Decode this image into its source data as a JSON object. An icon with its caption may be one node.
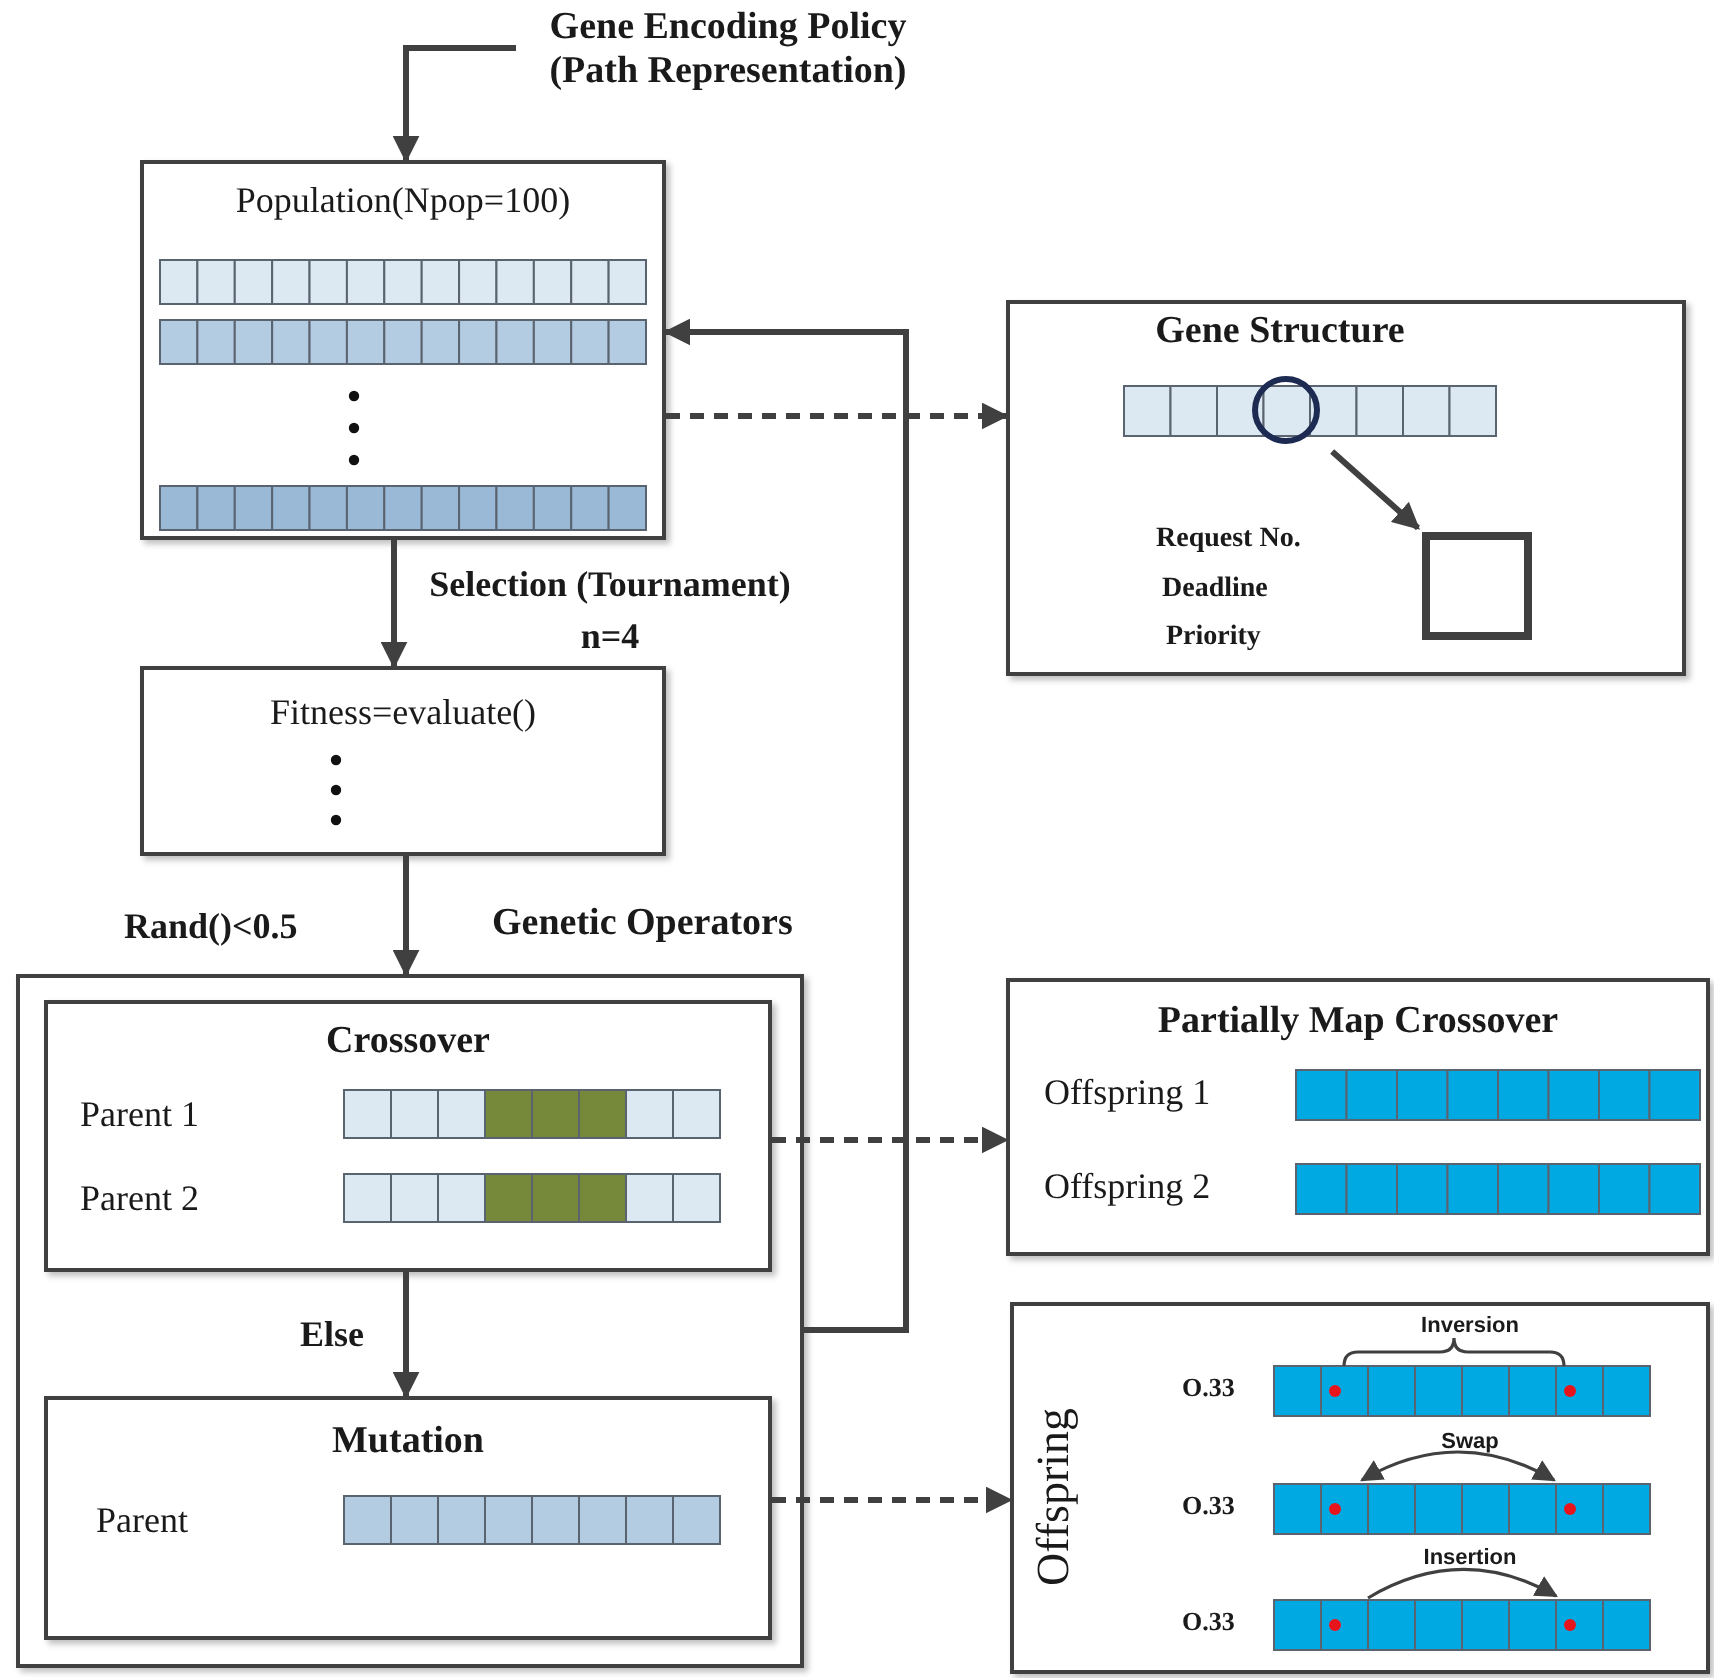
{
  "diagram": {
    "nodes": [
      {
        "text": [
          "Gene Encoding Policy (Path Representation)"
        ]
      },
      {
        "text": [
          "Population(Npop=100)"
        ]
      },
      {
        "text": [
          "Gene Structure",
          "Request No.",
          "Deadline",
          "Priority"
        ]
      },
      {
        "text": [],
        "shape": "circle",
        "in": 2
      },
      {
        "text": [],
        "shape": "box",
        "in": 2
      },
      {
        "text": [
          "Fitness=evaluate()"
        ]
      },
      {
        "text": [
          "Genetic Operators"
        ]
      },
      {
        "text": [
          "Crossover",
          "Parent 1",
          "Parent 2"
        ],
        "in": 6
      },
      {
        "text": [
          "Mutation",
          "Parent"
        ],
        "in": 6
      },
      {
        "text": [
          "Partially Map Crossover",
          "Offspring 1",
          "Offspring 2"
        ]
      },
      {
        "text": [
          "Offspring",
          "Inversion",
          "O.33",
          "Swap",
          "O.33",
          "Insertion",
          "O.33"
        ]
      }
    ],
    "edges": [
      {
        "from": 0,
        "to": 1,
        "arrow": "to"
      },
      {
        "from": 1,
        "to": 5,
        "arrow": "to",
        "label": "Selection (Tournament) n=4"
      },
      {
        "from": 5,
        "to": 6,
        "arrow": "to",
        "label": "Rand()<0.5"
      },
      {
        "from": 7,
        "to": 8,
        "arrow": "to",
        "label": "Else"
      },
      {
        "from": 6,
        "to": 1,
        "arrow": "to"
      },
      {
        "from": 1,
        "to": 2,
        "arrow": "to",
        "style": "dashed"
      },
      {
        "from": 7,
        "to": 9,
        "arrow": "to",
        "style": "dashed"
      },
      {
        "from": 8,
        "to": 10,
        "arrow": "to",
        "style": "dashed"
      },
      {
        "from": 3,
        "to": 4,
        "arrow": "to"
      }
    ]
  }
}
